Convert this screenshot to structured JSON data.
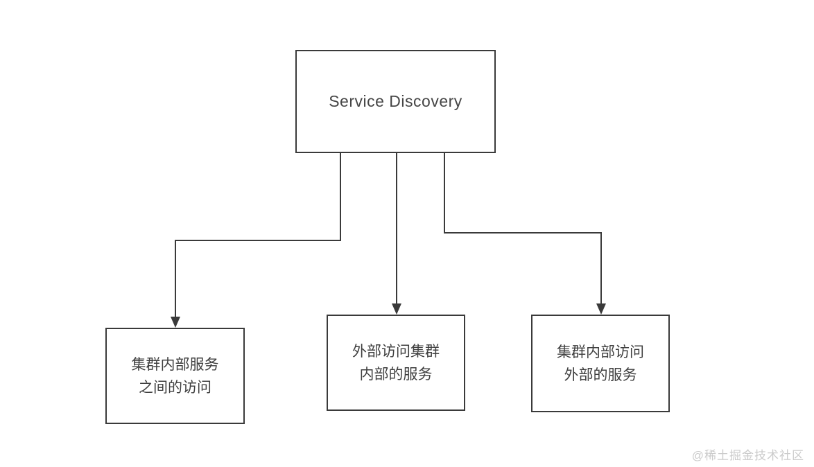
{
  "diagram": {
    "root": {
      "label": "Service Discovery"
    },
    "children": [
      {
        "id": "cluster-internal-service-access",
        "lines": [
          "集群内部服务",
          "之间的访问"
        ]
      },
      {
        "id": "external-access-to-cluster-services",
        "lines": [
          "外部访问集群",
          "内部的服务"
        ]
      },
      {
        "id": "cluster-access-to-external-services",
        "lines": [
          "集群内部访问",
          "外部的服务"
        ]
      }
    ]
  },
  "watermark": {
    "text": "@稀土掘金技术社区"
  },
  "colors": {
    "stroke": "#3a3a3a",
    "text": "#3f3f3f",
    "watermark": "#cbcbcb",
    "background": "#ffffff"
  }
}
